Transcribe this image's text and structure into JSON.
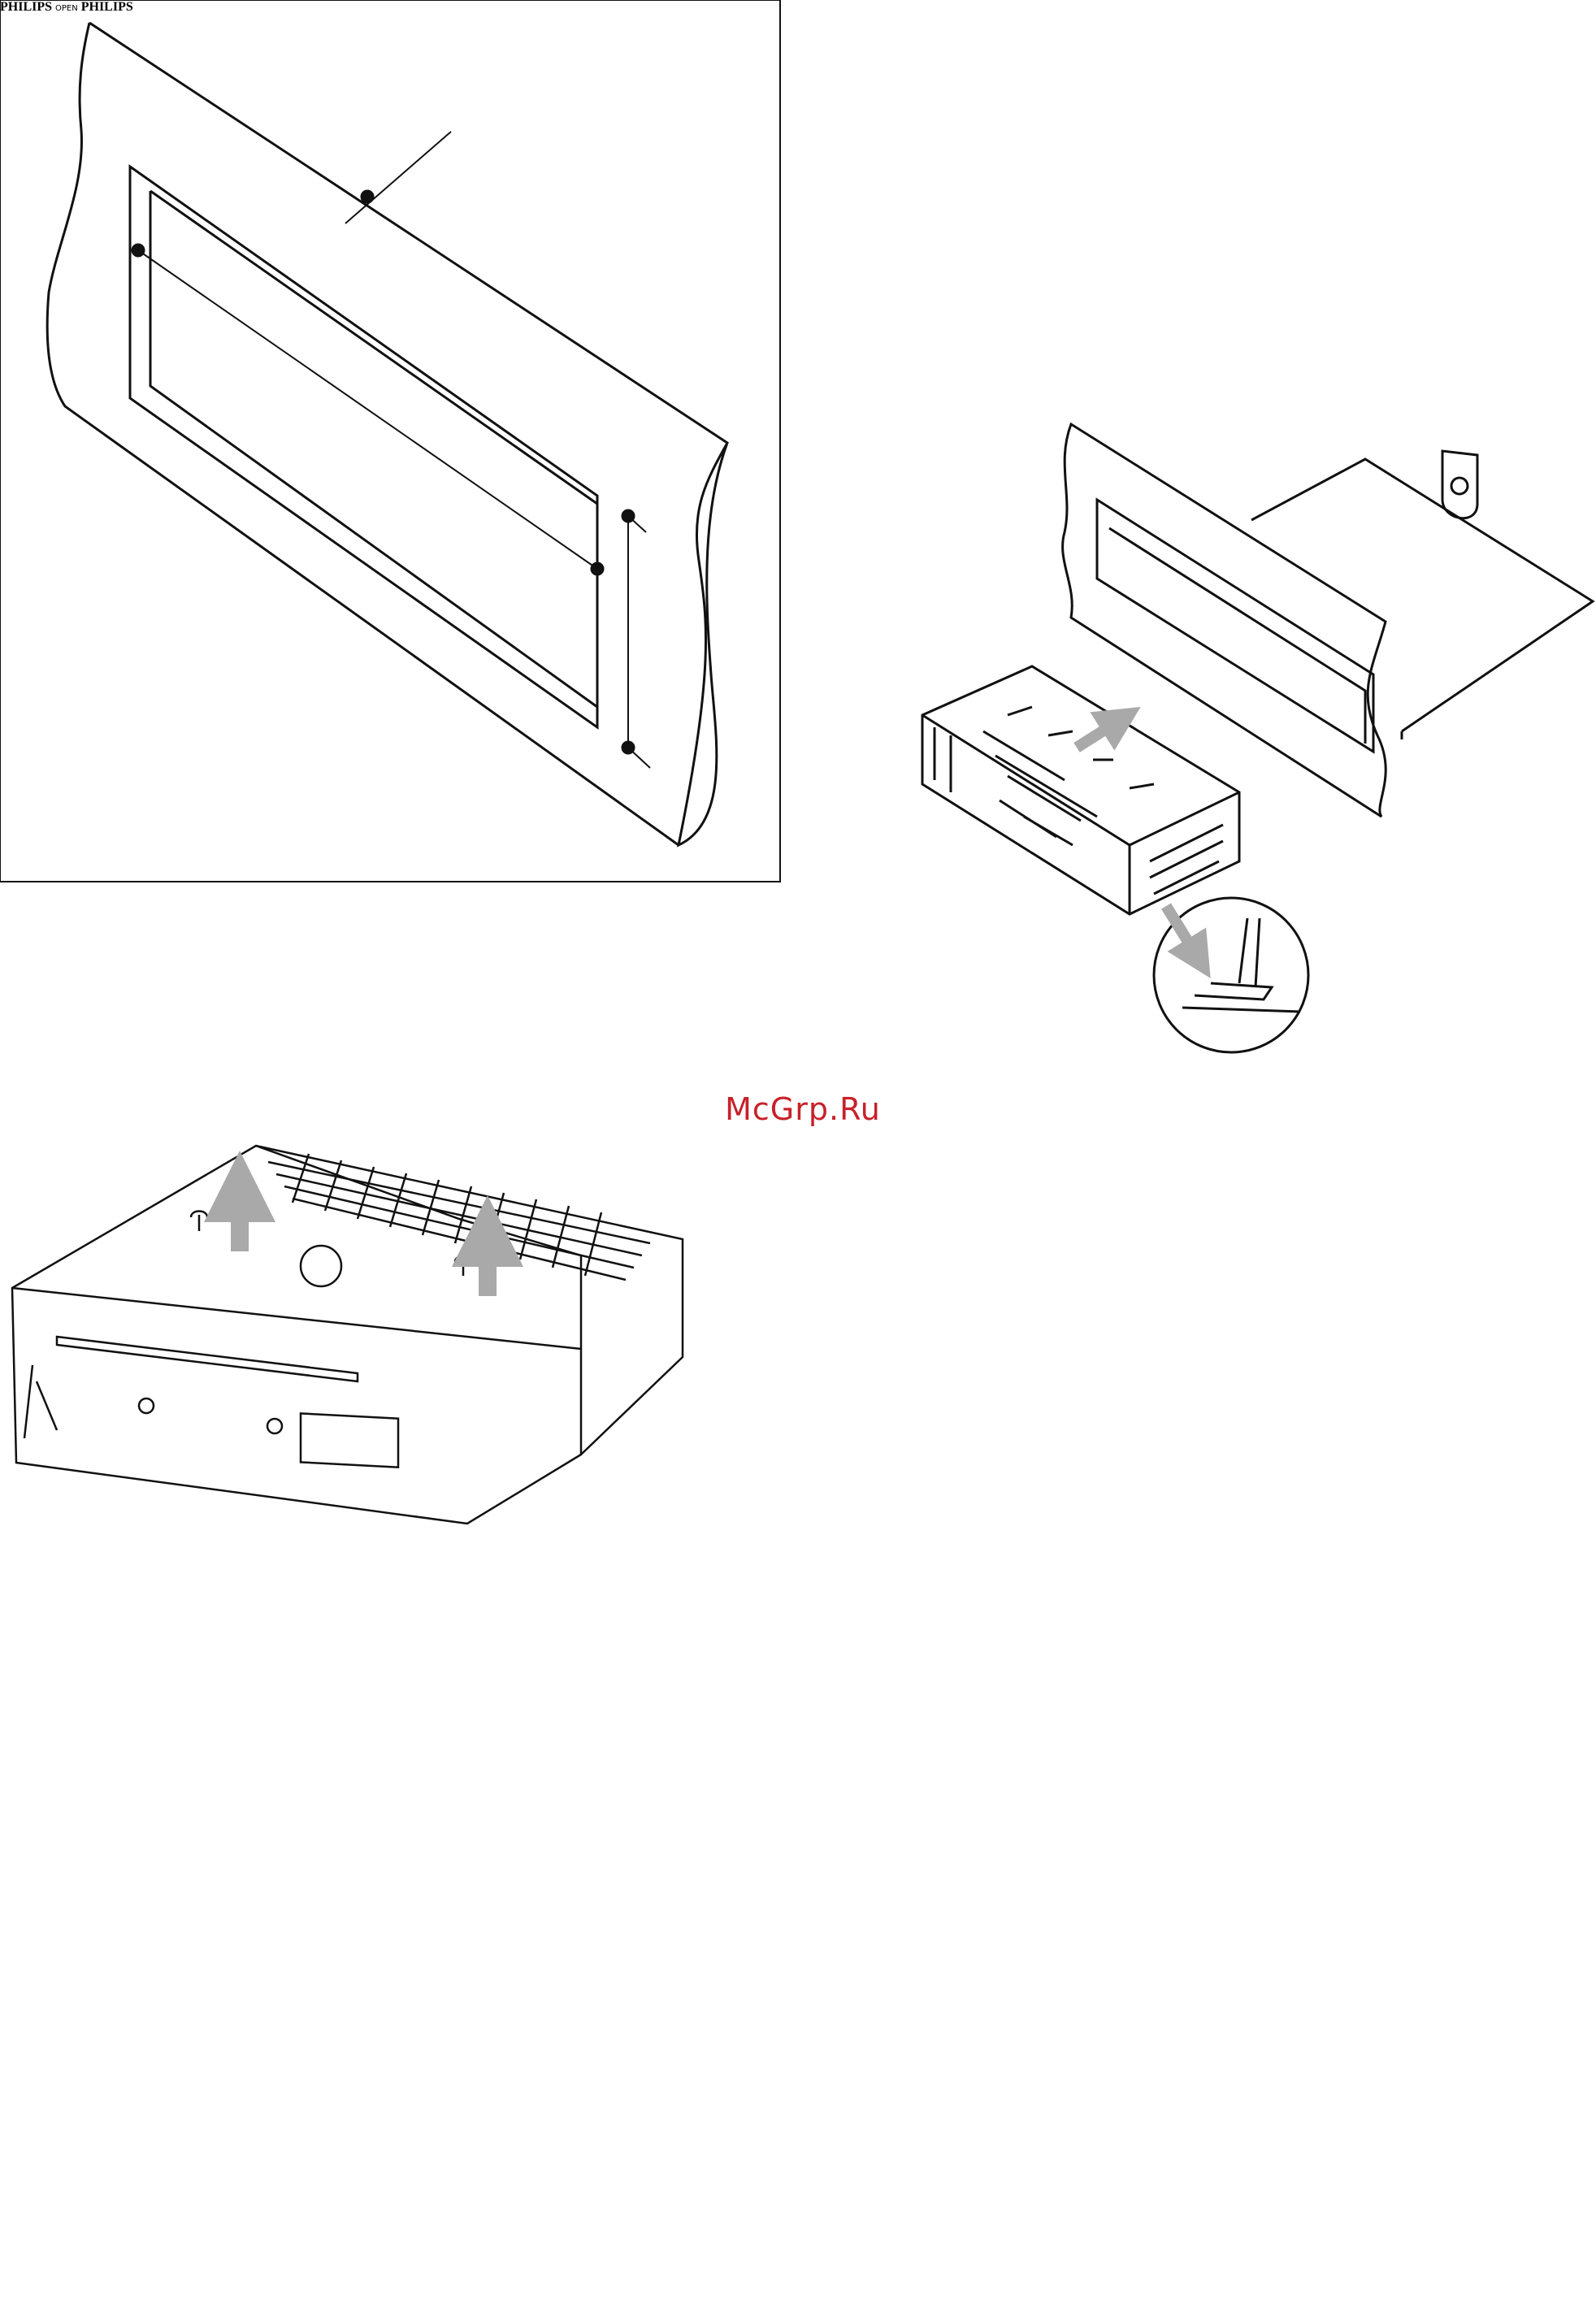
{
  "watermark": {
    "text": "McGrp.Ru",
    "color": "#c8202a"
  },
  "labels": {
    "brand_unit_1": "PHILIPS",
    "brand_unit_2": "PHILIPS",
    "panel_marking": "OPEN"
  },
  "colors": {
    "line": "#111111",
    "arrow": "#a9a9a9",
    "background": "#ffffff"
  },
  "icons": [
    "dashboard-opening",
    "mounting-sleeve",
    "screwdriver-tab",
    "release-key",
    "knob"
  ]
}
